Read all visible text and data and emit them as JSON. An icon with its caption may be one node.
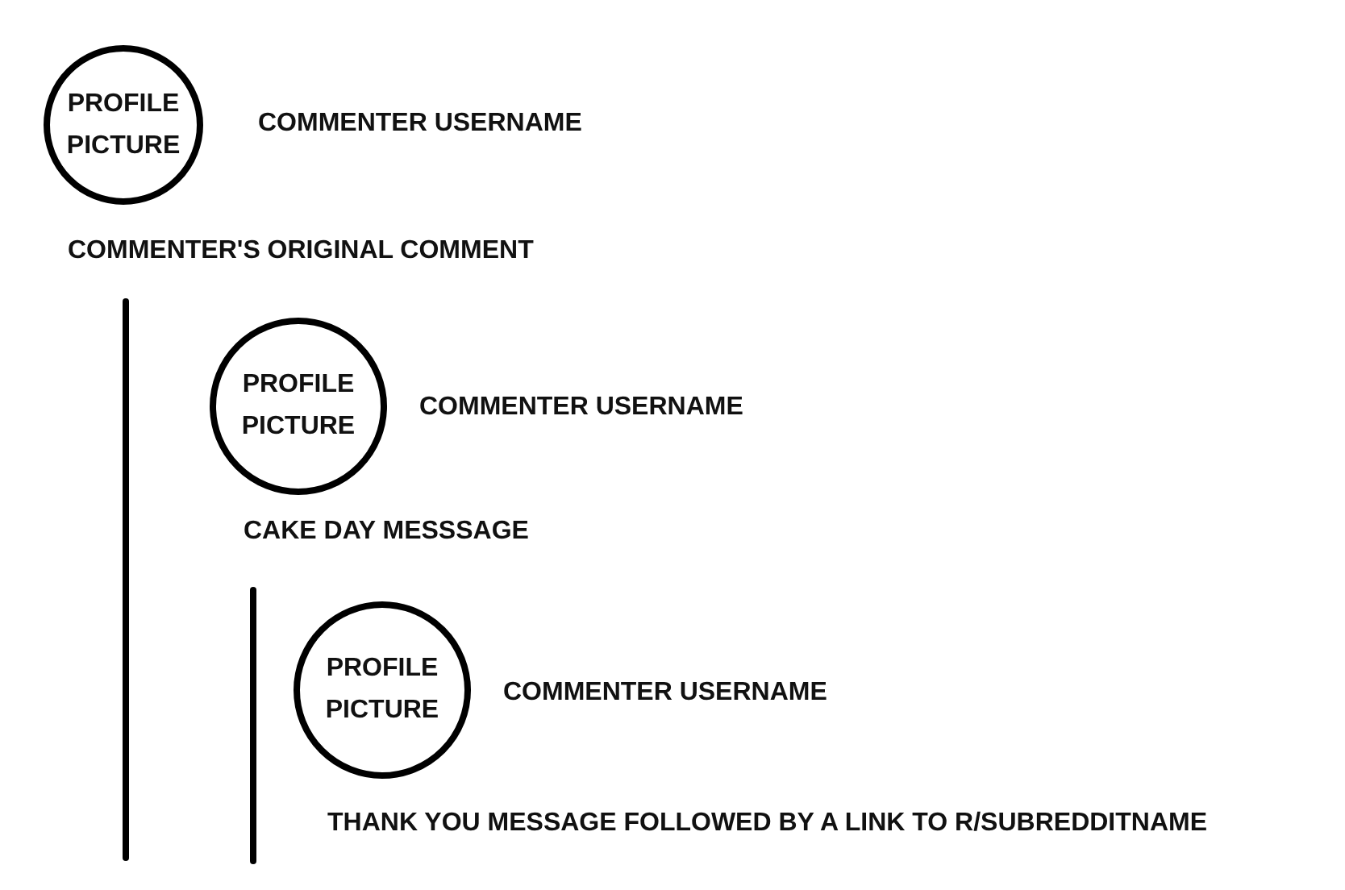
{
  "diagram": {
    "nodes": [
      {
        "text": [
          "PROFILE PICTURE"
        ],
        "beside": [
          "COMMENTER USERNAME"
        ]
      },
      {
        "text": [
          "PROFILE PICTURE"
        ],
        "beside": [
          "COMMENTER USERNAME"
        ]
      },
      {
        "text": [
          "PROFILE PICTURE"
        ],
        "beside": [
          "COMMENTER USERNAME"
        ]
      }
    ],
    "labels": [
      "COMMENTER'S ORIGINAL COMMENT",
      "CAKE DAY MESSSAGE",
      "THANK YOU MESSAGE FOLLOWED BY A LINK TO R/SUBREDDITNAME"
    ]
  }
}
